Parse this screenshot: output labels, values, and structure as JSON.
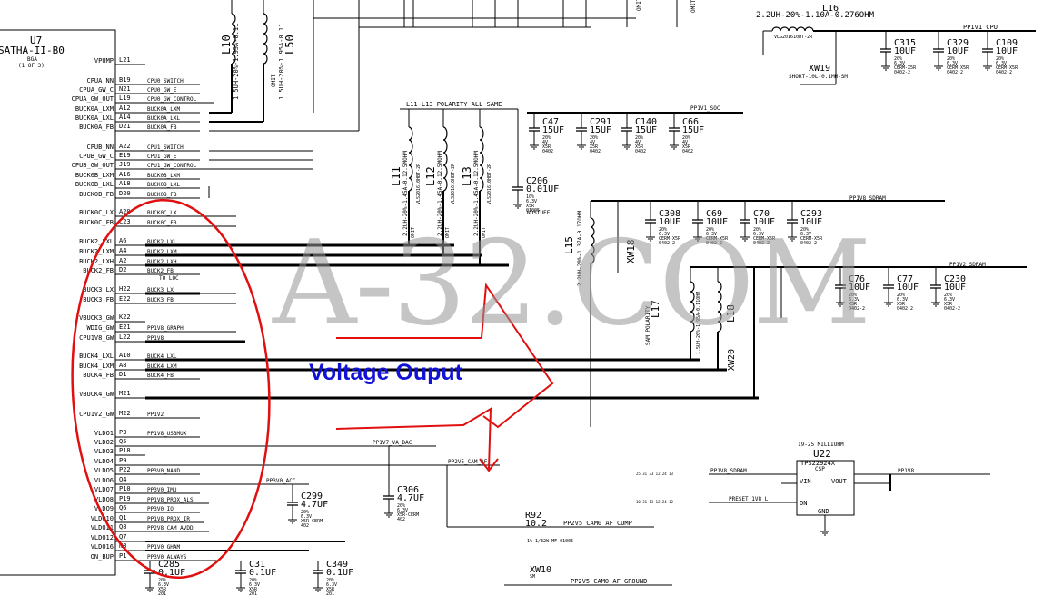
{
  "chip": {
    "ref": "U7",
    "part": "SATHA-II-B0",
    "package": "BGA",
    "sheet": "(1 OF 3)"
  },
  "pins": [
    {
      "ball": "L21",
      "name": "VPUMP",
      "net": ""
    },
    {
      "ball": "B19",
      "name": "CPUA_NN",
      "net": "CPU0_SWITCH"
    },
    {
      "ball": "N21",
      "name": "CPUA_GW_C",
      "net": "CPU0_GW_E"
    },
    {
      "ball": "L19",
      "name": "CPUA_GW_OUT",
      "net": "CPU0_GW_CONTROL"
    },
    {
      "ball": "A12",
      "name": "BUCK0A_LXM",
      "net": "BUCK0A_LXM"
    },
    {
      "ball": "A14",
      "name": "BUCK0A_LXL",
      "net": "BUCK0A_LXL"
    },
    {
      "ball": "D21",
      "name": "BUCK0A_FB",
      "net": "BUCK0A_FB"
    },
    {
      "ball": "A22",
      "name": "CPUB_NN",
      "net": "CPU1_SWITCH"
    },
    {
      "ball": "E19",
      "name": "CPUB_GW_C",
      "net": "CPU1_GW_E"
    },
    {
      "ball": "J19",
      "name": "CPUB_GW_OUT",
      "net": "CPU1_GW_CONTROL"
    },
    {
      "ball": "A16",
      "name": "BUCK0B_LXM",
      "net": "BUCK0B_LXM"
    },
    {
      "ball": "A18",
      "name": "BUCK0B_LXL",
      "net": "BUCK0B_LXL"
    },
    {
      "ball": "D20",
      "name": "BUCK0B_FB",
      "net": "BUCK0B_FB"
    },
    {
      "ball": "A20",
      "name": "BUCK0C_LX",
      "net": "BUCK0C_LX"
    },
    {
      "ball": "C23",
      "name": "BUCK0C_FB",
      "net": "BUCK0C_FB"
    },
    {
      "ball": "A6",
      "name": "BUCK2_LXL",
      "net": "BUCK2_LXL"
    },
    {
      "ball": "A4",
      "name": "BUCK2_LXM",
      "net": "BUCK2_LXM"
    },
    {
      "ball": "A2",
      "name": "BUCK2_LXH",
      "net": "BUCK2_LXH"
    },
    {
      "ball": "D2",
      "name": "BUCK2_FB",
      "net": "BUCK2_FB"
    },
    {
      "ball": "H22",
      "name": "BUCK3_LX",
      "net": "BUCK3_LX"
    },
    {
      "ball": "E22",
      "name": "BUCK3_FB",
      "net": "BUCK3_FB"
    },
    {
      "ball": "K22",
      "name": "VBUCK3_GW",
      "net": ""
    },
    {
      "ball": "E21",
      "name": "WDIG_GW",
      "net": "PP1V8_GRAPH"
    },
    {
      "ball": "L22",
      "name": "CPU1V8_GW",
      "net": "PP1V8"
    },
    {
      "ball": "A10",
      "name": "BUCK4_LXL",
      "net": "BUCK4_LXL"
    },
    {
      "ball": "A8",
      "name": "BUCK4_LXM",
      "net": "BUCK4_LXM"
    },
    {
      "ball": "D1",
      "name": "BUCK4_FB",
      "net": "BUCK4_FB"
    },
    {
      "ball": "M21",
      "name": "VBUCK4_GW",
      "net": ""
    },
    {
      "ball": "M22",
      "name": "CPU1V2_GW",
      "net": "PP1V2"
    },
    {
      "ball": "P3",
      "name": "VLDO1",
      "net": "PP1V8_USBMUX"
    },
    {
      "ball": "Q5",
      "name": "VLDO2",
      "net": ""
    },
    {
      "ball": "P18",
      "name": "VLDO3",
      "net": ""
    },
    {
      "ball": "P9",
      "name": "VLDO4",
      "net": ""
    },
    {
      "ball": "P22",
      "name": "VLDO5",
      "net": "PP3V0_NAND"
    },
    {
      "ball": "Q4",
      "name": "VLDO6",
      "net": ""
    },
    {
      "ball": "P10",
      "name": "VLDO7",
      "net": "PP3V0_IMU"
    },
    {
      "ball": "P19",
      "name": "VLDO8",
      "net": "PP1V8_PROX_ALS"
    },
    {
      "ball": "Q6",
      "name": "VLDO9",
      "net": "PP3V0_IO"
    },
    {
      "ball": "Q1",
      "name": "VLDO10",
      "net": "PP1V8_PROX_IR"
    },
    {
      "ball": "Q8",
      "name": "VLDO11",
      "net": "PP2V8_CAM_AVDD"
    },
    {
      "ball": "Q7",
      "name": "VLDO12",
      "net": ""
    },
    {
      "ball": "N3",
      "name": "VLDO16",
      "net": "PP1V0_GHAM"
    },
    {
      "ball": "P1",
      "name": "ON_BUP",
      "net": "PP3V0_ALWAYS"
    }
  ],
  "labels": {
    "l16": "L16",
    "l16_spec": "2.2UH-20%-1.10A-0.276OHM",
    "l16_part": "VLG201610MT-2R",
    "l10": "L10",
    "l10_spec": "1.5UH-20%-1.95A-0.11",
    "l50": "L50",
    "l50_spec": "1.5UH-20%-1.95A-0.11",
    "l11": "L11",
    "l12": "L12",
    "l13": "L13",
    "l11_spec": "2.2UH-20%-1.45A-0.12.5MOHM",
    "l11_part": "VLS201610HBT-2R",
    "polarity": "L11-L13 POLARITY ALL SAME",
    "l15": "L15",
    "l15_spec": "2.2UH-20%-1.37A-0.17OHM",
    "l17": "L17",
    "l18": "L18",
    "l17_spec": "1.5UH-20%-1.95A-0.11OHM",
    "l17_note": "SAM POLARITY",
    "xw18": "XW18",
    "xw19": "XW19",
    "xw19_spec": "SHORT-10L-0.1MM-SM",
    "xw20": "XW20",
    "xw10": "XW10",
    "omit": "OMIT",
    "pp1v1_cpu": "PP1V1_CPU",
    "pp1v1_soc": "PP1V1_SOC",
    "pp1v8_sdram": "PP1V8_SDRAM",
    "pp1v2_sdram": "PP1V2_SDRAM",
    "pp1v7_va_dac": "PP1V7_VA_DAC",
    "pp2v5_cam_af": "PP2V5_CAM_AF",
    "pp2v5_cam0_af_comp": "PP2V5_CAM0_AF_COMP",
    "pp2v5_cam0_af_ground": "PP2V5_CAM0_AF_GROUND",
    "pp3v0_acc": "PP3V0_ACC",
    "pp1v8": "PP1V8",
    "pp1v8_sdram_in": "PP1V8_SDRAM",
    "preset_1v8": "PRESET_1V8_L",
    "u22": "U22",
    "u22_part": "TPS22924X",
    "u22_pkg": "CSP",
    "u22_spec": "19-25 MILLIOHM",
    "vin": "VIN",
    "vout": "VOUT",
    "on": "ON",
    "gnd": "GND",
    "nostuff": "NOSTUFF",
    "r92": "R92",
    "r92_val": "10.2",
    "r92_spec": "1%  1/32W  MF  01005",
    "to_loc": "TO LOC"
  },
  "caps": [
    {
      "ref": "C315",
      "val": "10UF"
    },
    {
      "ref": "C329",
      "val": "10UF"
    },
    {
      "ref": "C109",
      "val": "10UF"
    },
    {
      "ref": "C47",
      "val": "15UF"
    },
    {
      "ref": "C291",
      "val": "15UF"
    },
    {
      "ref": "C140",
      "val": "15UF"
    },
    {
      "ref": "C66",
      "val": "15UF"
    },
    {
      "ref": "C206",
      "val": "0.01UF"
    },
    {
      "ref": "C308",
      "val": "10UF"
    },
    {
      "ref": "C69",
      "val": "10UF"
    },
    {
      "ref": "C70",
      "val": "10UF"
    },
    {
      "ref": "C293",
      "val": "10UF"
    },
    {
      "ref": "C76",
      "val": "10UF"
    },
    {
      "ref": "C77",
      "val": "10UF"
    },
    {
      "ref": "C230",
      "val": "10UF"
    },
    {
      "ref": "C306",
      "val": "4.7UF"
    },
    {
      "ref": "C299",
      "val": "4.7UF"
    },
    {
      "ref": "C285",
      "val": "0.1UF"
    },
    {
      "ref": "C31",
      "val": "0.1UF"
    },
    {
      "ref": "C349",
      "val": "0.1UF"
    }
  ],
  "watermark": "A-32.COM",
  "annotation": {
    "text": "Voltage Ouput",
    "color": "#1212d6"
  },
  "colors": {
    "ink": "#000000",
    "highlight": "#e01010",
    "watermark": "#969696"
  }
}
